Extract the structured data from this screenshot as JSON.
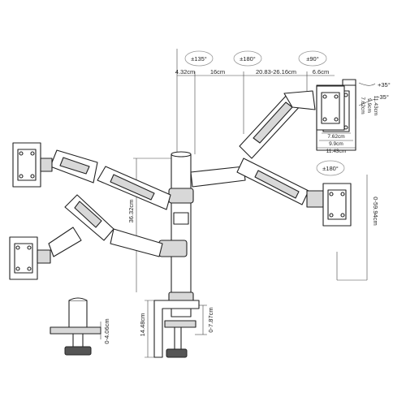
{
  "rotations": {
    "top_left": "±135°",
    "top_mid": "±180°",
    "top_right": "±90°",
    "lower_right": "±180°"
  },
  "tilt": {
    "up": "+35°",
    "down": "-35°"
  },
  "dimensions": {
    "offset_pole": "4.32cm",
    "arm_segment": "16cm",
    "arm_extension": "20.83-26.16cm",
    "head_offset": "6.6cm",
    "pole_height": "36.32cm",
    "clamp_height": "14.48cm",
    "desk_thickness": "0-7.87cm",
    "grommet_thickness": "0-4.06cm",
    "total_height": "0-59.94cm",
    "vesa_small_w": "7.62cm",
    "vesa_small_h": "9.9cm",
    "vesa_large_w": "11.43cm",
    "vesa_small_side": "7.62cm",
    "vesa_mid_side": "9.9cm",
    "vesa_large_side": "11.43cm"
  }
}
